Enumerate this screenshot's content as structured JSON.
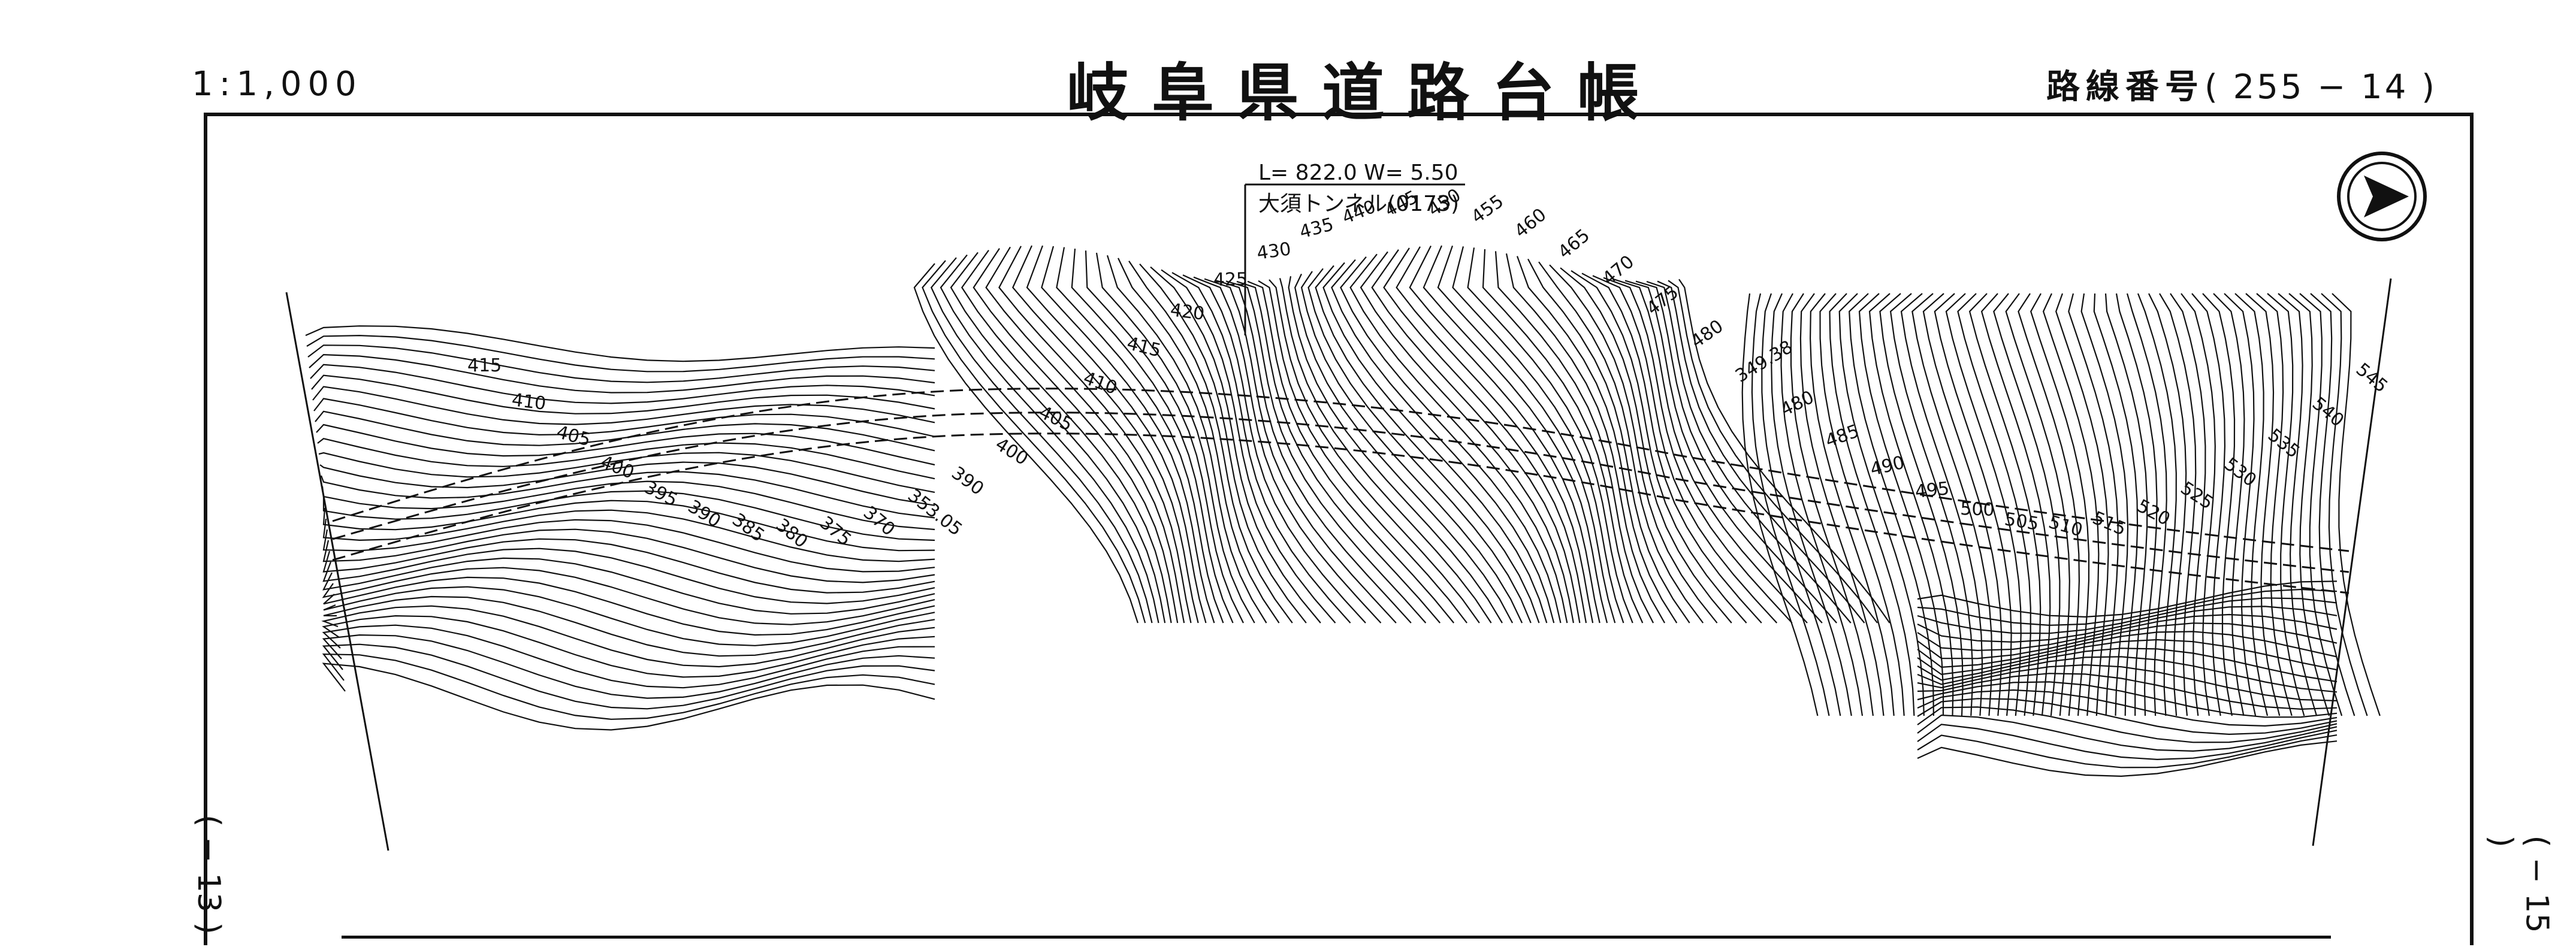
{
  "header": {
    "scale": "1:1,000",
    "title": "岐阜県道路台帳",
    "route_label": "路線番号",
    "route_value": "( 255 − 14 )"
  },
  "neighbors": {
    "left": "( − 13 )",
    "right": "( − 15 )"
  },
  "tunnel": {
    "dims": "L= 822.0   W= 5.50",
    "name": "大須トンネル(0173)"
  },
  "contours": [
    {
      "label": "415"
    },
    {
      "label": "410"
    },
    {
      "label": "405"
    },
    {
      "label": "400"
    },
    {
      "label": "395"
    },
    {
      "label": "390"
    },
    {
      "label": "385"
    },
    {
      "label": "380"
    },
    {
      "label": "375"
    },
    {
      "label": "370"
    },
    {
      "label": "353.05"
    },
    {
      "label": "390"
    },
    {
      "label": "400"
    },
    {
      "label": "405"
    },
    {
      "label": "410"
    },
    {
      "label": "415"
    },
    {
      "label": "420"
    },
    {
      "label": "425"
    },
    {
      "label": "430"
    },
    {
      "label": "435"
    },
    {
      "label": "440"
    },
    {
      "label": "445"
    },
    {
      "label": "450"
    },
    {
      "label": "455"
    },
    {
      "label": "460"
    },
    {
      "label": "465"
    },
    {
      "label": "470"
    },
    {
      "label": "475"
    },
    {
      "label": "480"
    },
    {
      "label": "349.38"
    },
    {
      "label": "480"
    },
    {
      "label": "485"
    },
    {
      "label": "490"
    },
    {
      "label": "495"
    },
    {
      "label": "500"
    },
    {
      "label": "505"
    },
    {
      "label": "510"
    },
    {
      "label": "515"
    },
    {
      "label": "520"
    },
    {
      "label": "525"
    },
    {
      "label": "530"
    },
    {
      "label": "535"
    },
    {
      "label": "540"
    },
    {
      "label": "545"
    }
  ],
  "colors": {
    "ink": "#111111",
    "paper": "#ffffff"
  },
  "icons": {
    "north_symbol": "north-arrow-icon"
  }
}
